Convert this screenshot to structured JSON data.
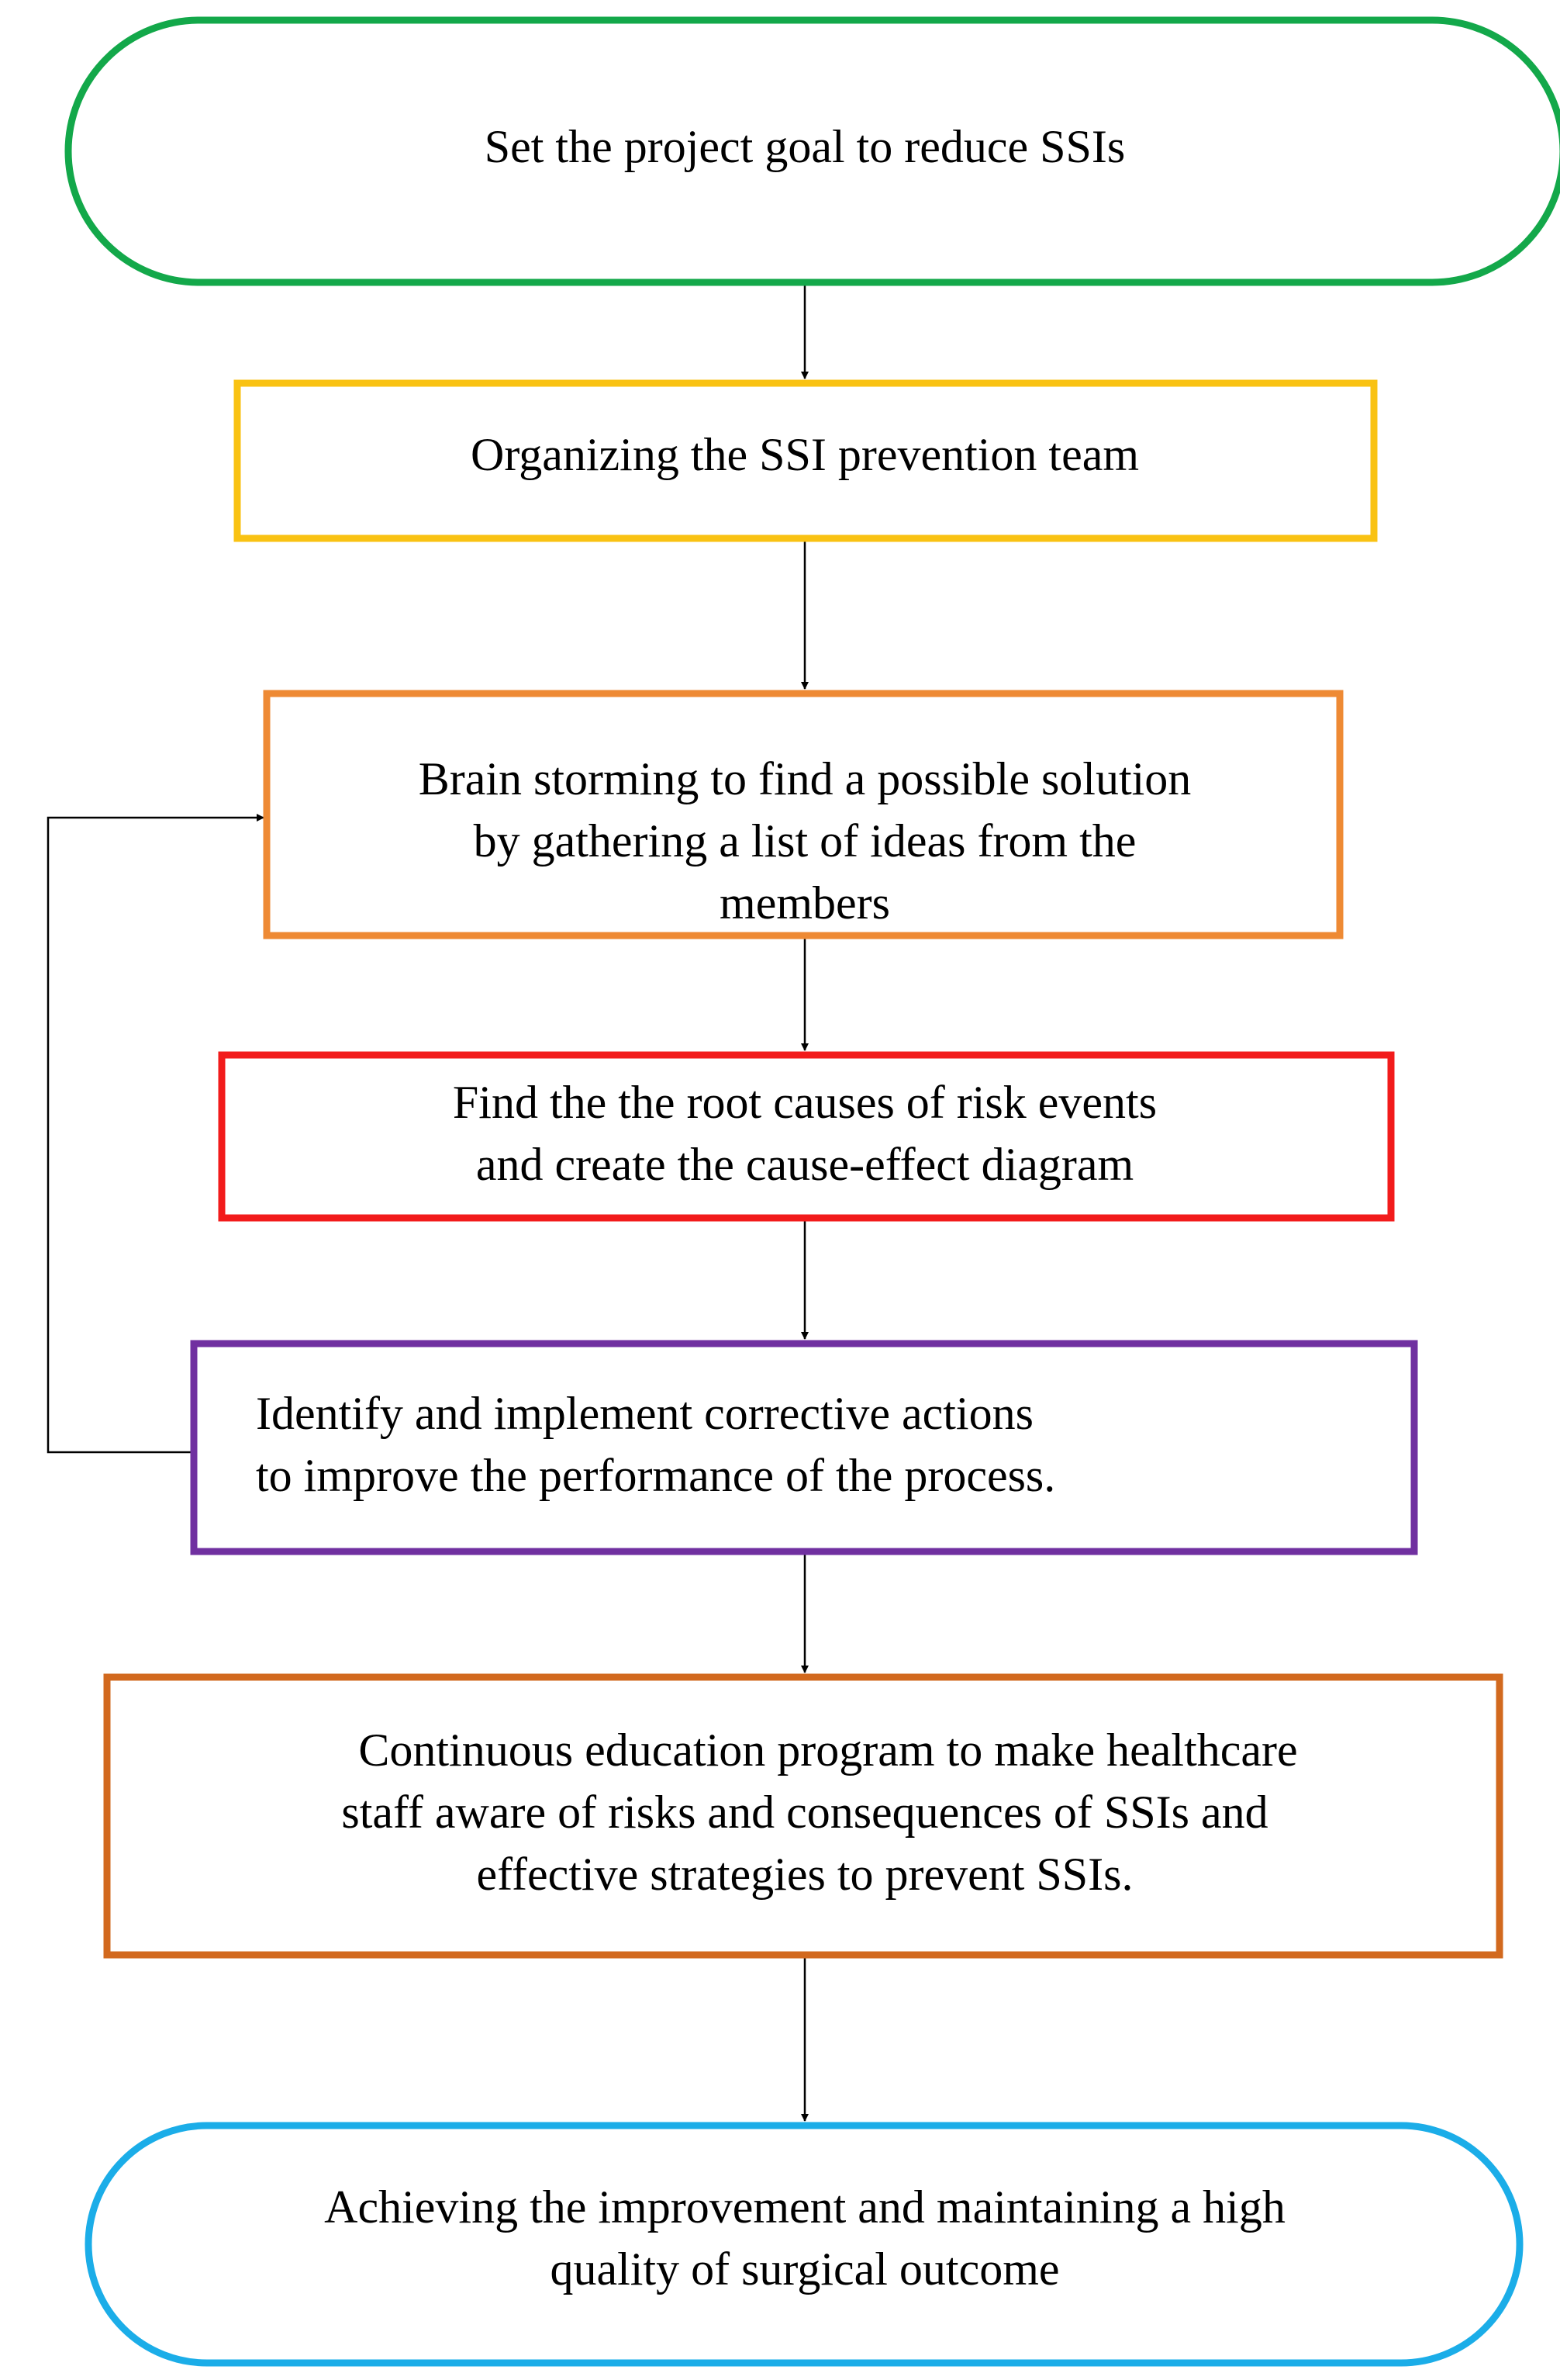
{
  "flowchart": {
    "steps": [
      {
        "id": "goal",
        "shape": "terminator",
        "border_color": "#13A84A",
        "lines": [
          "Set the project goal to reduce SSIs"
        ]
      },
      {
        "id": "team",
        "shape": "process",
        "border_color": "#F9C213",
        "lines": [
          "Organizing the SSI prevention team"
        ]
      },
      {
        "id": "brainstorm",
        "shape": "process",
        "border_color": "#EE8A34",
        "lines": [
          "Brain storming to find a possible solution",
          "by gathering a list of ideas from the",
          "members"
        ]
      },
      {
        "id": "root-causes",
        "shape": "process",
        "border_color": "#F21B1B",
        "lines": [
          "Find the the root causes of risk events",
          "and create the cause-effect diagram"
        ]
      },
      {
        "id": "corrective-actions",
        "shape": "process",
        "border_color": "#7030A0",
        "lines": [
          "Identify and implement corrective actions",
          "to improve the performance of the process."
        ]
      },
      {
        "id": "education",
        "shape": "process",
        "border_color": "#D2691E",
        "lines": [
          "Continuous education program to make healthcare",
          "staff aware of risks and consequences of SSIs  and",
          "effective strategies to prevent SSIs."
        ]
      },
      {
        "id": "outcome",
        "shape": "terminator",
        "border_color": "#1BADE8",
        "lines": [
          "Achieving the improvement  and maintaining a high",
          "quality of surgical outcome"
        ]
      }
    ],
    "connectors": [
      {
        "from": "goal",
        "to": "team"
      },
      {
        "from": "team",
        "to": "brainstorm"
      },
      {
        "from": "brainstorm",
        "to": "root-causes"
      },
      {
        "from": "root-causes",
        "to": "corrective-actions"
      },
      {
        "from": "corrective-actions",
        "to": "education"
      },
      {
        "from": "education",
        "to": "outcome"
      },
      {
        "from": "corrective-actions",
        "to": "brainstorm",
        "type": "feedback-loop"
      }
    ],
    "connector_color": "#000000"
  }
}
